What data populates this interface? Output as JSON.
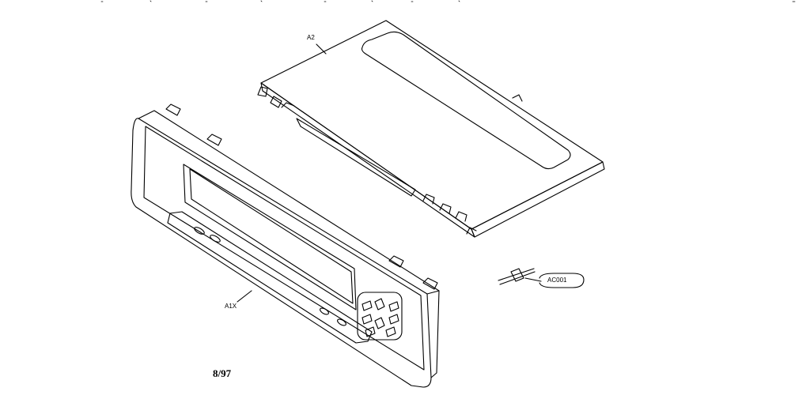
{
  "labels": {
    "top_cover": "A2",
    "front_panel": "A1X",
    "connector": "AC001",
    "date_code": "8/97"
  },
  "colors": {
    "line": "#000000",
    "background": "#ffffff"
  }
}
